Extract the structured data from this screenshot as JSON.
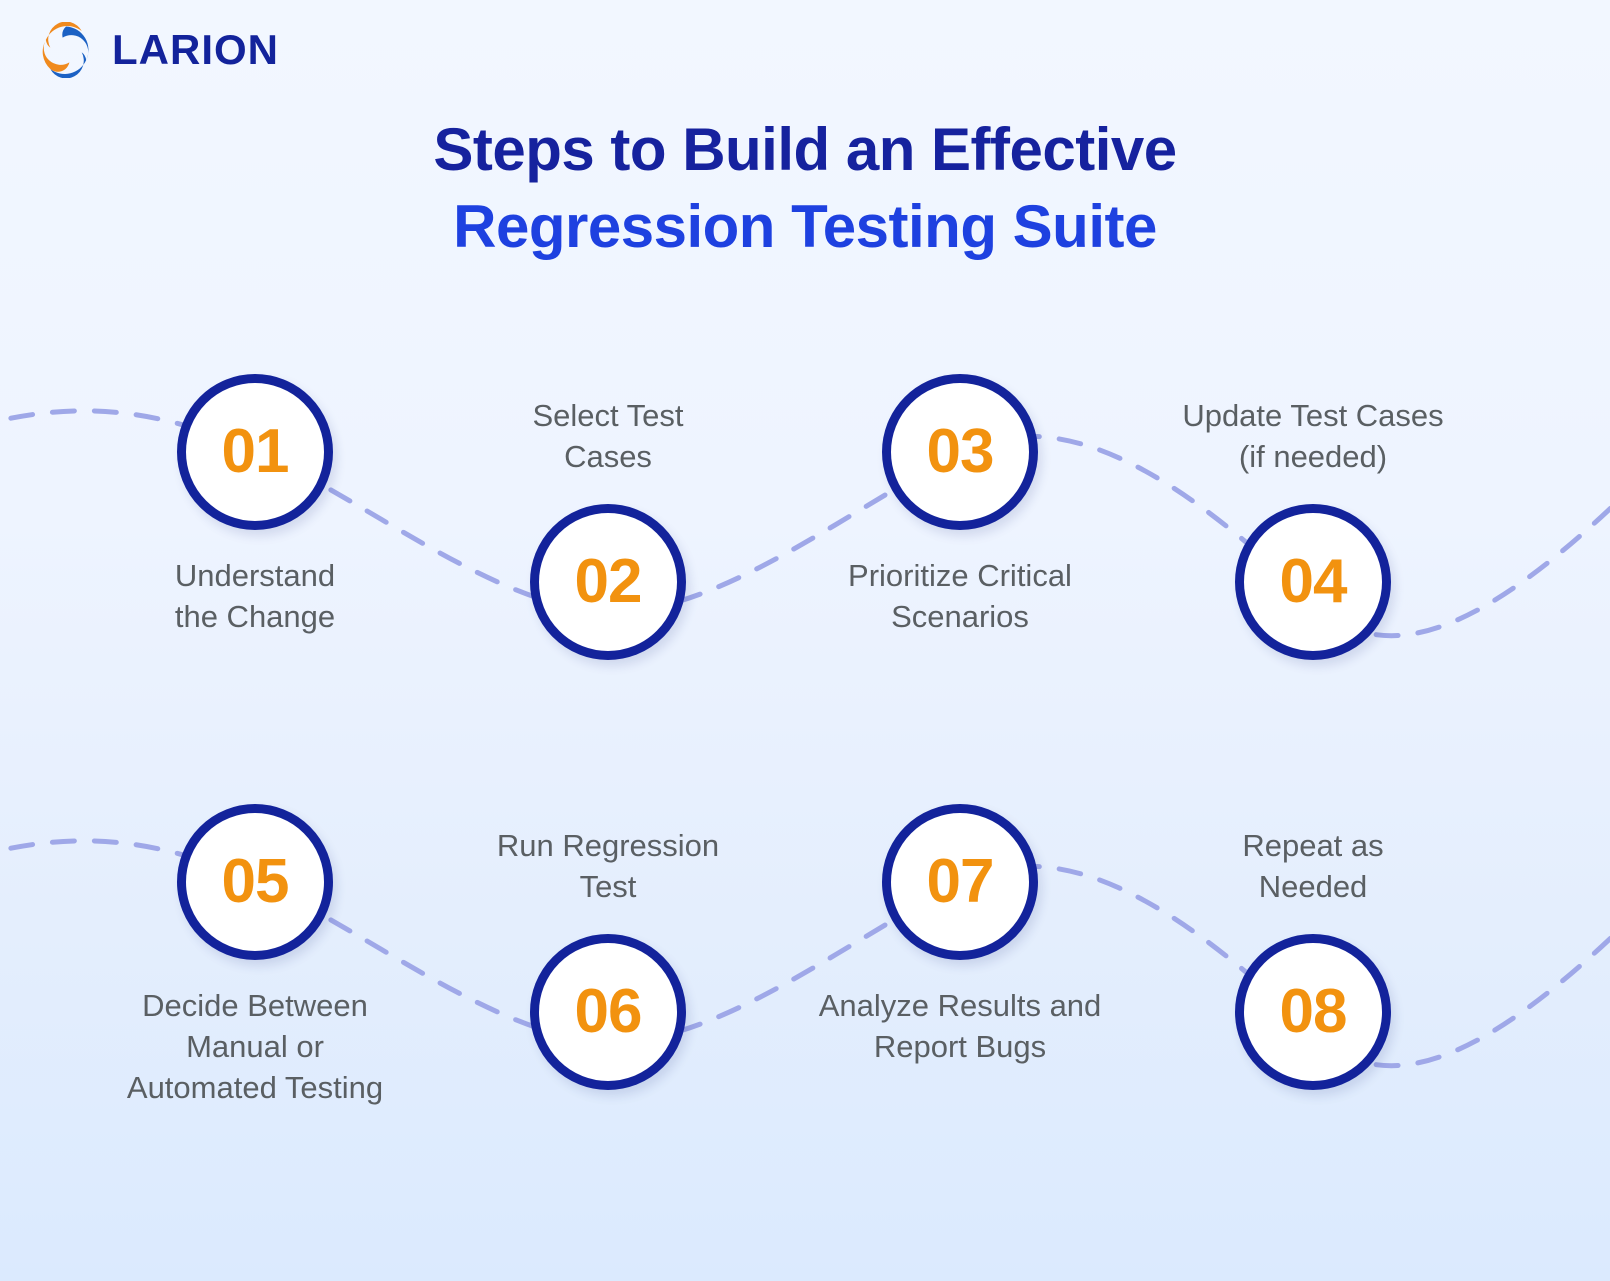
{
  "brand": {
    "name": "LARION",
    "logo_icon": "larion-swirl-icon",
    "logo_colors": {
      "blue": "#1B61C4",
      "orange": "#F08A1E"
    },
    "word_color": "#13239B"
  },
  "title": {
    "line1": "Steps to Build an Effective",
    "line2": "Regression Testing Suite",
    "color_line1": "#16229E",
    "color_line2": "#1E41E0"
  },
  "theme": {
    "background_top": "#F2F7FF",
    "background_bottom": "#DBEAFE",
    "circle_border": "#13239B",
    "circle_fill": "#FFFFFF",
    "number_color": "#F2920F",
    "label_color": "#5A5F63",
    "connector_color": "#9FA8E8"
  },
  "steps": [
    {
      "number": "01",
      "label": "Understand\nthe Change",
      "label_position": "below"
    },
    {
      "number": "02",
      "label": "Select Test\nCases",
      "label_position": "above"
    },
    {
      "number": "03",
      "label": "Prioritize Critical\nScenarios",
      "label_position": "below"
    },
    {
      "number": "04",
      "label": "Update Test Cases\n(if needed)",
      "label_position": "above"
    },
    {
      "number": "05",
      "label": "Decide Between\nManual or\nAutomated Testing",
      "label_position": "below"
    },
    {
      "number": "06",
      "label": "Run Regression\nTest",
      "label_position": "above"
    },
    {
      "number": "07",
      "label": "Analyze Results and\nReport Bugs",
      "label_position": "below"
    },
    {
      "number": "08",
      "label": "Repeat as\nNeeded",
      "label_position": "above"
    }
  ]
}
